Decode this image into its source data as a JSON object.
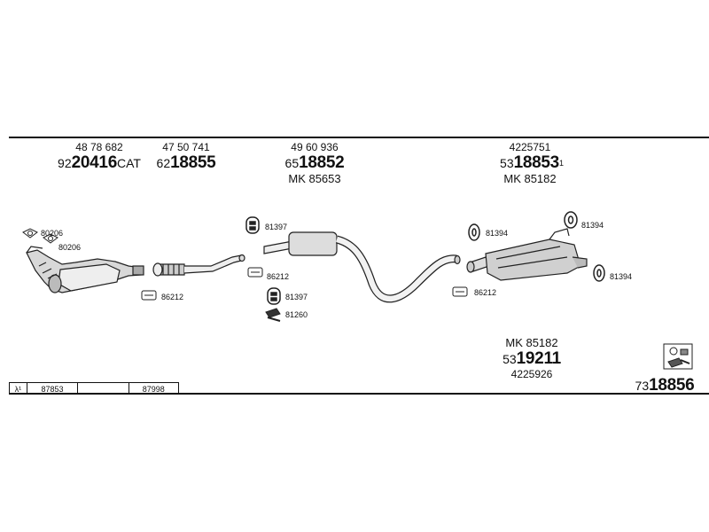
{
  "groups": [
    {
      "ref": "48 78 682",
      "prefix": "92",
      "main": "20416",
      "suffix": "CAT"
    },
    {
      "ref": "47 50 741",
      "prefix": "62",
      "main": "18855",
      "suffix": ""
    },
    {
      "ref": "49 60 936",
      "prefix": "65",
      "main": "18852",
      "suffix": "",
      "mk": "MK  85653"
    },
    {
      "ref": "4225751",
      "prefix": "53",
      "main": "18853",
      "sup": "1",
      "mk": "MK  85182"
    }
  ],
  "lower_group": {
    "mk": "MK  85182",
    "prefix": "53",
    "main": "19211",
    "ref": "4225926"
  },
  "kit": {
    "prefix": "73",
    "main": "18856"
  },
  "labels": {
    "l80206a": "80206",
    "l80206b": "80206",
    "l86212a": "86212",
    "l81397a": "81397",
    "l86212b": "86212",
    "l81397b": "81397",
    "l81260": "81260",
    "l81394a": "81394",
    "l81394b": "81394",
    "l81394c": "81394",
    "l86212c": "86212"
  },
  "lambda_row": {
    "symbol": "λ¹",
    "cells": [
      "87853",
      "",
      "87998"
    ]
  }
}
